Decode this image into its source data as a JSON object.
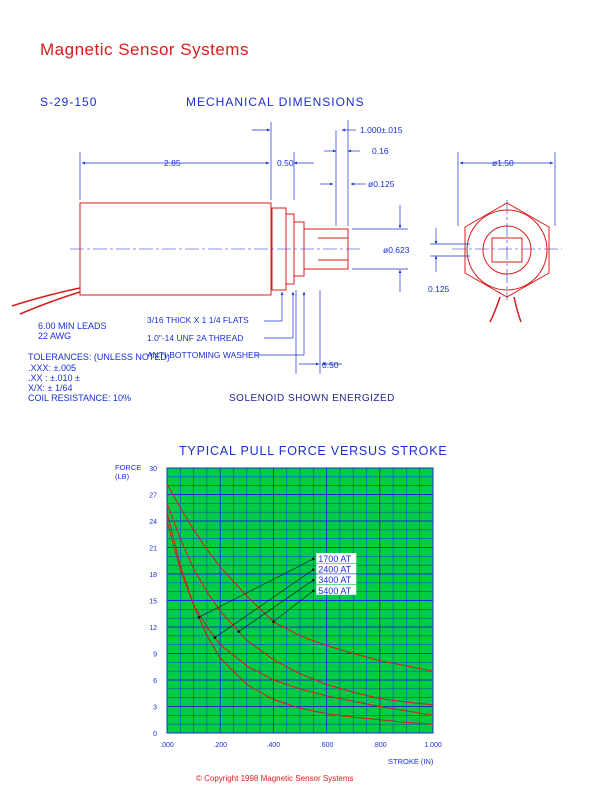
{
  "header": {
    "brand": "Magnetic Sensor Systems"
  },
  "drawing": {
    "part_number": "S-29-150",
    "title": "MECHANICAL DIMENSIONS",
    "dimensions": {
      "d_285": "2.85",
      "d_050_top": "0.50",
      "d_1000": "1.000±.015",
      "d_016": "0.16",
      "d_0125dia": "ø0.125",
      "d_0623": "ø0.623",
      "d_150": "ø1.50",
      "d_0125": "0.125",
      "d_050_bottom": "0.50"
    },
    "callouts": {
      "flats": "3/16 THICK X 1 1/4 FLATS",
      "thread": "1.0\"-14 UNF 2A THREAD",
      "washer": "ANTI-BOTTOMING WASHER"
    },
    "leads": [
      "6.00 MIN LEADS",
      "22 AWG"
    ],
    "tolerances": [
      "TOLERANCES: (UNLESS NOTED)",
      ".XXX: ±.005",
      ".XX : ±.010  ±",
      "X/X: ± 1/64",
      "COIL RESISTANCE:   10%"
    ],
    "energized_note": "SOLENOID SHOWN ENERGIZED"
  },
  "chart_data": {
    "type": "line",
    "title": "TYPICAL PULL FORCE VERSUS STROKE",
    "xlabel": "STROKE (IN)",
    "ylabel": [
      "FORCE",
      "(LB)"
    ],
    "xlim": [
      0,
      1.0
    ],
    "ylim": [
      0,
      30
    ],
    "x_ticks": [
      ".000",
      ".200",
      ".400",
      ".600",
      ".800",
      "1.000"
    ],
    "y_ticks": [
      "0",
      "3",
      "6",
      "9",
      "12",
      "15",
      "18",
      "21",
      "24",
      "27",
      "30"
    ],
    "grid": true,
    "background": "#00cc44",
    "line_color": "#d91c1c",
    "x": [
      0.0,
      0.05,
      0.1,
      0.15,
      0.2,
      0.3,
      0.4,
      0.5,
      0.6,
      0.7,
      0.8,
      0.9,
      1.0
    ],
    "series": [
      {
        "name": "1700 AT",
        "values": [
          25.0,
          19.0,
          14.5,
          11.0,
          8.5,
          5.5,
          3.8,
          2.8,
          2.2,
          1.8,
          1.5,
          1.2,
          1.0
        ]
      },
      {
        "name": "2400 AT",
        "values": [
          24.0,
          18.5,
          14.5,
          12.0,
          10.0,
          7.6,
          6.0,
          5.0,
          4.2,
          3.6,
          3.0,
          2.5,
          2.0
        ]
      },
      {
        "name": "3400 AT",
        "values": [
          26.0,
          22.0,
          18.6,
          16.0,
          13.8,
          10.5,
          8.3,
          6.7,
          5.5,
          4.6,
          3.9,
          3.5,
          3.2
        ]
      },
      {
        "name": "5400 AT",
        "values": [
          28.2,
          25.5,
          23.0,
          20.8,
          18.8,
          15.5,
          12.6,
          11.0,
          9.9,
          9.0,
          8.2,
          7.6,
          7.0
        ]
      }
    ],
    "legend_position": "center"
  },
  "footer": {
    "copyright": "©  Copyright 1998 Magnetic Sensor Systems"
  }
}
